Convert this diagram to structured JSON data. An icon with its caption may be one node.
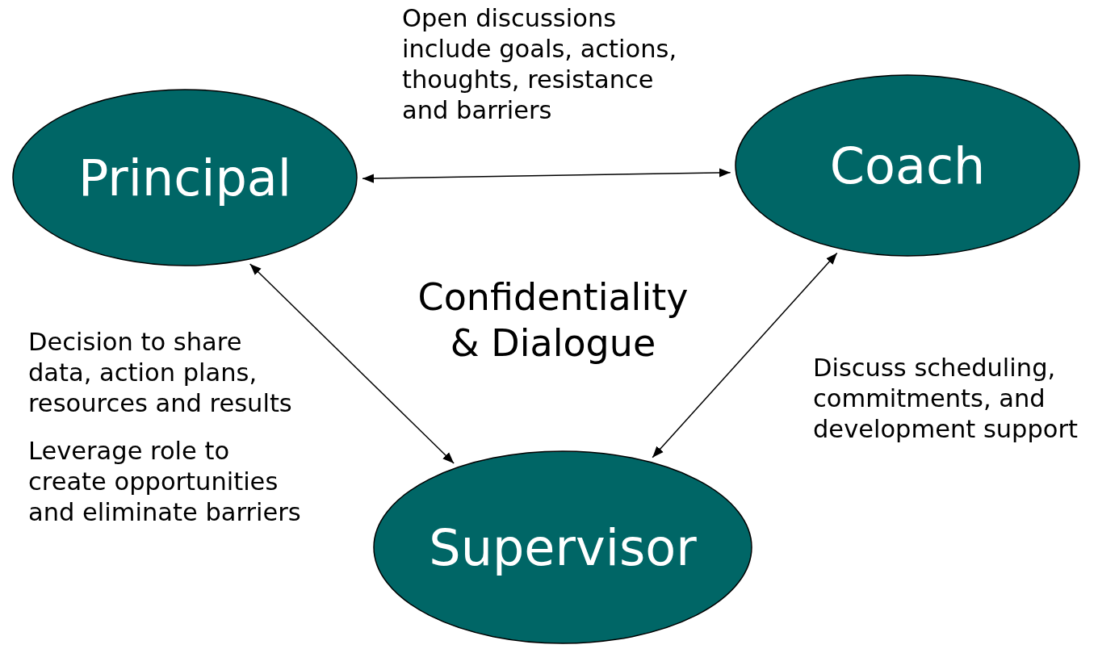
{
  "diagram": {
    "nodes": [
      {
        "text": [
          "Principal"
        ]
      },
      {
        "text": [
          "Coach"
        ]
      },
      {
        "text": [
          "Supervisor"
        ]
      }
    ],
    "edges": [
      {
        "from": 0,
        "to": 1,
        "arrow": "both"
      },
      {
        "from": 0,
        "to": 2,
        "arrow": "both"
      },
      {
        "from": 1,
        "to": 2,
        "arrow": "both"
      }
    ],
    "labels": [
      "Open discussions include goals, actions, thoughts, resistance and barriers",
      "Confidentiality & Dialogue",
      "Decision to share data, action plans, resources and results",
      "Discuss scheduling, commitments, and development support",
      "Leverage role to create opportunities and eliminate barriers"
    ]
  }
}
